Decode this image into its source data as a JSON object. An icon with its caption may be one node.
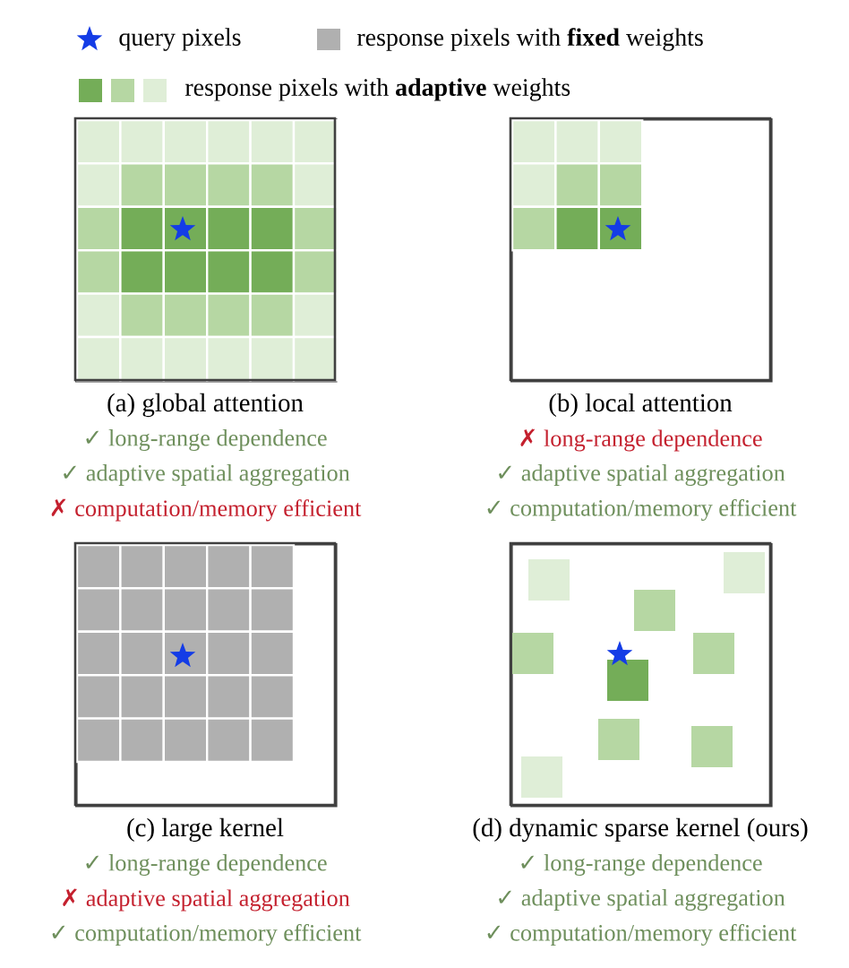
{
  "diagram": {
    "nodes": [
      {
        "text": [
          "(a) global attention",
          "✓ long-range dependence",
          "✓ adaptive spatial aggregation",
          "✗ computation/memory efficient"
        ]
      },
      {
        "text": [
          "(b) local attention",
          "✗ long-range dependence",
          "✓ adaptive spatial aggregation",
          "✓ computation/memory efficient"
        ]
      },
      {
        "text": [
          "(c) large kernel",
          "✓ long-range dependence",
          "✗ adaptive spatial aggregation",
          "✓ computation/memory efficient"
        ]
      },
      {
        "text": [
          "(d) dynamic sparse kernel (ours)",
          "✓ long-range dependence",
          "✓ adaptive spatial aggregation",
          "✓ computation/memory efficient"
        ]
      }
    ],
    "legend": [
      {
        "text": "query pixels"
      },
      {
        "text": "response pixels with **fixed** weights",
        "color": "#b0b0b0"
      },
      {
        "text": "response pixels with **adaptive** weights",
        "color": "#dfeed7"
      }
    ]
  }
}
